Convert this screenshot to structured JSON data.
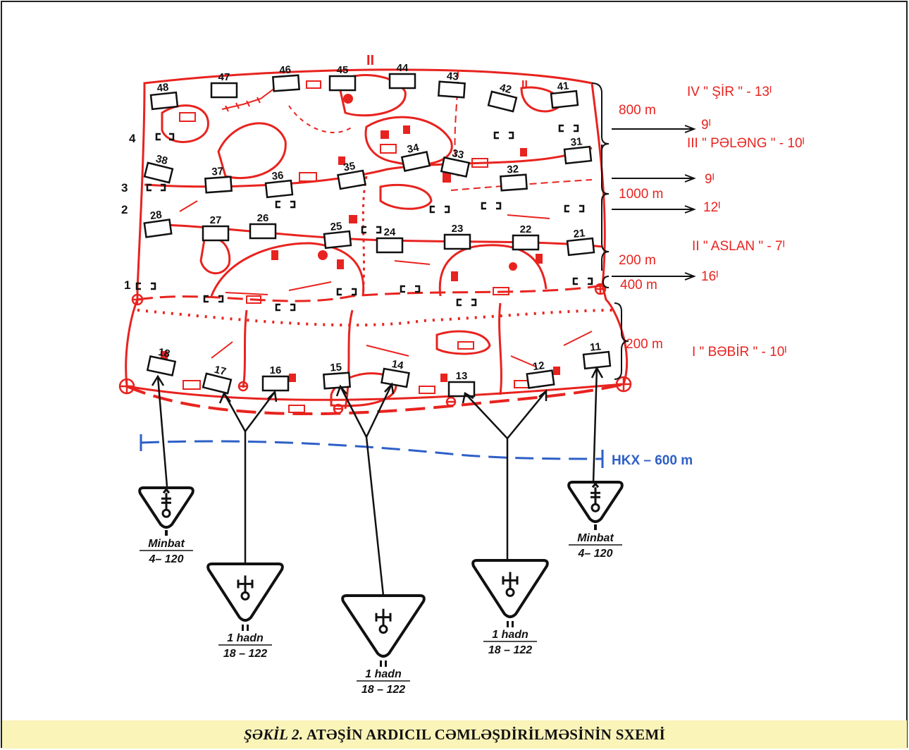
{
  "caption": {
    "figure_label": "ŞƏKİL 2.",
    "title": "ATƏŞİN ARDICIL CƏMLƏŞDİRİLMƏSİNİN SXEMİ"
  },
  "colors": {
    "enemy": "#e8231f",
    "friendly": "#111111",
    "reference_line": "#2e5fc7",
    "caption_bg": "#fbf4b8"
  },
  "lines": [
    {
      "id": "4",
      "label": "4"
    },
    {
      "id": "3",
      "label": "3"
    },
    {
      "id": "2",
      "label": "2"
    },
    {
      "id": "1",
      "label": "1"
    }
  ],
  "zones": [
    {
      "name": "IV \" ŞİR \" - 13ᴵ"
    },
    {
      "name": "III \" PƏLƏNG \" - 10ᴵ"
    },
    {
      "name": "II \" ASLAN \" - 7ᴵ"
    },
    {
      "name": "I \" BƏBİR \" - 10ᴵ"
    }
  ],
  "distances": [
    "800 m",
    "1000 m",
    "200 m",
    "400 m",
    "200 m"
  ],
  "arrow_times": [
    "9ᴵ",
    "9ᴵ",
    "12ᴵ",
    "16ᴵ"
  ],
  "targets": [
    "11",
    "12",
    "13",
    "14",
    "15",
    "16",
    "17",
    "18",
    "21",
    "22",
    "23",
    "24",
    "25",
    "26",
    "27",
    "28",
    "31",
    "32",
    "33",
    "34",
    "35",
    "36",
    "37",
    "38",
    "41",
    "42",
    "43",
    "44",
    "45",
    "46",
    "47",
    "48"
  ],
  "safety_line": {
    "label": "HKX – 600 m"
  },
  "units": [
    {
      "name": "Minbat",
      "caliber": "4– 120"
    },
    {
      "name": "1 hadn",
      "caliber": "18 – 122"
    },
    {
      "name": "1 hadn",
      "caliber": "18 – 122"
    },
    {
      "name": "1 hadn",
      "caliber": "18 – 122"
    },
    {
      "name": "Minbat",
      "caliber": "4– 120"
    }
  ],
  "battalion_mark": "II"
}
